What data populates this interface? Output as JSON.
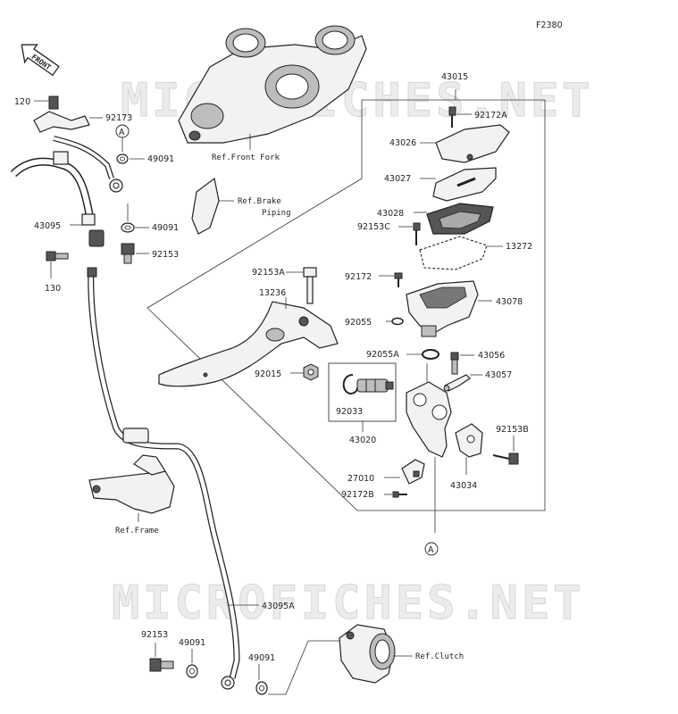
{
  "diagram_id": "F2380",
  "watermark": "MICROFICHES.NET",
  "front_badge": "FRONT",
  "labels": {
    "p120": "120",
    "p92173": "92173",
    "pA_top": "A",
    "p49091_top": "49091",
    "p43095": "43095",
    "p49091_mid": "49091",
    "p92153_mid": "92153",
    "p130": "130",
    "p43015": "43015",
    "p92172A": "92172A",
    "p43026": "43026",
    "p43027": "43027",
    "p43028": "43028",
    "p92153C": "92153C",
    "p13272": "13272",
    "p92153A": "92153A",
    "p92172": "92172",
    "p13236": "13236",
    "p43078": "43078",
    "p92055": "92055",
    "p92055A": "92055A",
    "p43056": "43056",
    "p43057": "43057",
    "p92015": "92015",
    "p92033": "92033",
    "p43020": "43020",
    "p92153B": "92153B",
    "p27010": "27010",
    "p43034": "43034",
    "p92172B": "92172B",
    "pA_bottom": "A",
    "p43095A": "43095A",
    "p92153_bottom": "92153",
    "p49091_bl": "49091",
    "p49091_br": "49091"
  },
  "refs": {
    "front_fork": "Ref.Front Fork",
    "brake_piping_1": "Ref.Brake",
    "brake_piping_2": "Piping",
    "frame": "Ref.Frame",
    "clutch": "Ref.Clutch"
  }
}
